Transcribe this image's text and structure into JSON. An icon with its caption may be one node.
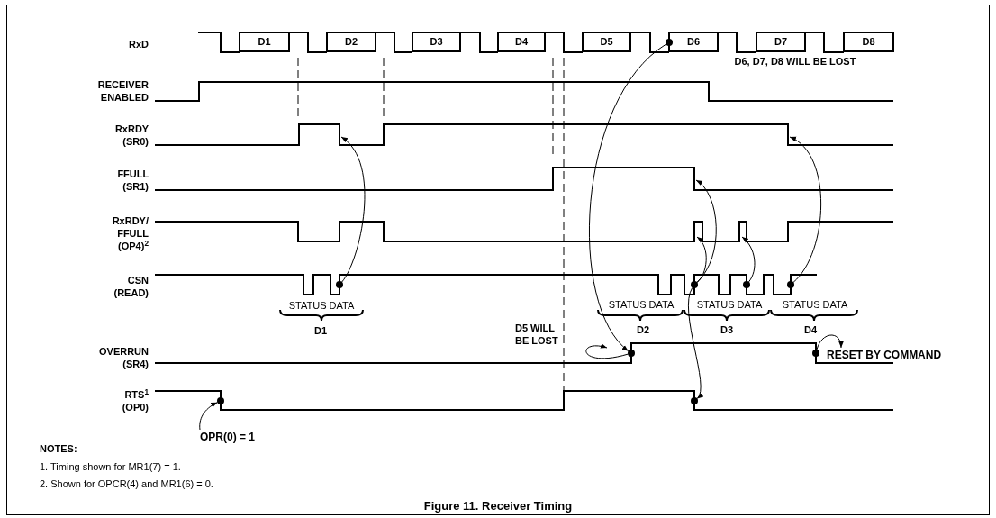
{
  "diagram": {
    "caption": "Figure 11. Receiver Timing",
    "nodes": [
      {
        "text": [
          "D1"
        ]
      },
      {
        "text": [
          "D2"
        ]
      },
      {
        "text": [
          "D3"
        ]
      },
      {
        "text": [
          "D4"
        ]
      },
      {
        "text": [
          "D5"
        ]
      },
      {
        "text": [
          "D6"
        ]
      },
      {
        "text": [
          "D7"
        ]
      },
      {
        "text": [
          "D8"
        ]
      },
      {
        "text": [],
        "shape": "circle"
      },
      {
        "text": [],
        "shape": "circle"
      },
      {
        "text": [],
        "shape": "circle"
      },
      {
        "text": [],
        "shape": "circle"
      },
      {
        "text": [],
        "shape": "circle"
      },
      {
        "text": [],
        "shape": "circle"
      },
      {
        "text": [],
        "shape": "circle"
      },
      {
        "text": [
          "RESET BY COMMAND"
        ]
      },
      {
        "text": [],
        "shape": "circle"
      },
      {
        "text": [],
        "shape": "circle"
      },
      {
        "text": [
          "OPR(0) = 1"
        ]
      }
    ],
    "edges": [
      {
        "from": 9,
        "to": null,
        "arrow": "to"
      },
      {
        "from": 8,
        "to": 13,
        "arrow": "to"
      },
      {
        "from": 10,
        "to": null,
        "arrow": "to"
      },
      {
        "from": 10,
        "to": null,
        "arrow": "to"
      },
      {
        "from": 10,
        "to": 16,
        "arrow": "to"
      },
      {
        "from": 11,
        "to": null,
        "arrow": "to"
      },
      {
        "from": 12,
        "to": null,
        "arrow": "to"
      },
      {
        "from": 13,
        "to": null,
        "arrow": "to"
      },
      {
        "from": 14,
        "to": 15,
        "arrow": "to"
      },
      {
        "from": 18,
        "to": 17,
        "arrow": "to"
      }
    ],
    "labels": [
      "RxD",
      "D6, D7, D8 WILL BE LOST",
      "RECEIVER ENABLED",
      "RxRDY (SR0)",
      "FFULL (SR1)",
      "RxRDY/ FFULL (OP4)$^{2}$",
      "CSN (READ)",
      "STATUS DATA",
      "STATUS DATA",
      "STATUS DATA",
      "STATUS DATA",
      "D1",
      "D5 WILL BE LOST",
      "D2",
      "D3",
      "D4",
      "OVERRUN (SR4)",
      "RTS$^{1}$ (OP0)",
      "NOTES:",
      "1. Timing shown for MR1(7) = 1.",
      "2. Shown for OPCR(4) and MR1(6) = 0."
    ]
  }
}
